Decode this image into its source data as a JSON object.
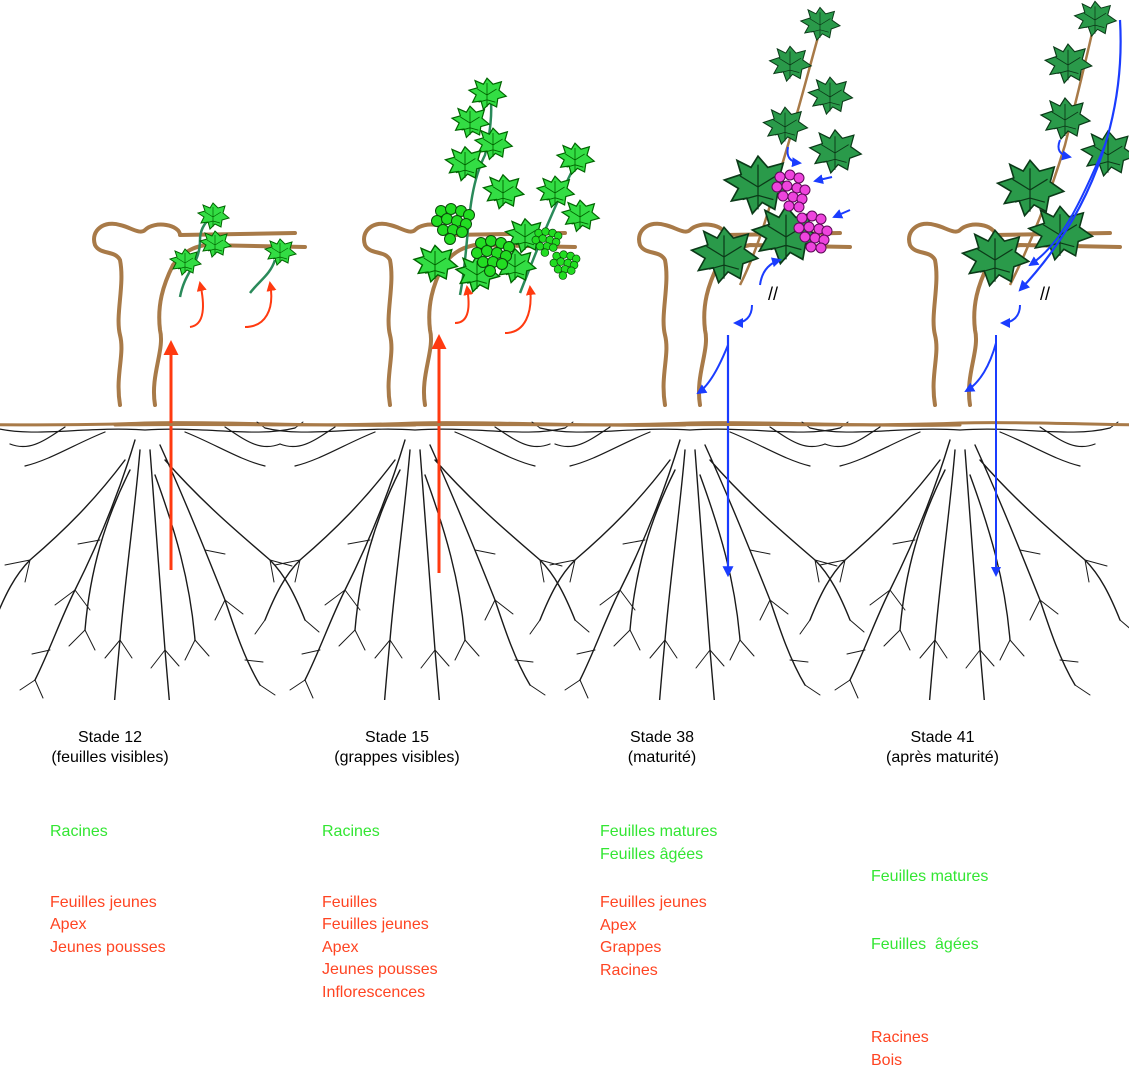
{
  "colors": {
    "source_text": "#33e633",
    "sink_text": "#ff4422",
    "arrow_red": "#ff3a10",
    "arrow_blue": "#1a3cff",
    "wood": "#a87a48",
    "leaf_young": "#33dd44",
    "leaf_mature": "#2a9a4a",
    "berry_green": "#22dd22",
    "berry_pink": "#ee44dd",
    "roots": "#1a1a1a"
  },
  "icons": [
    "grapevine-trunk-icon",
    "root-system-icon",
    "vine-leaf-icon",
    "grape-cluster-icon",
    "flow-arrow-icon",
    "cut-mark-icon"
  ],
  "stages": [
    {
      "title": "Stade 12",
      "subtitle": "(feuilles visibles)",
      "sources": [
        "Racines"
      ],
      "sinks": [
        "Feuilles jeunes",
        "Apex",
        "Jeunes pousses"
      ]
    },
    {
      "title": "Stade 15",
      "subtitle": "(grappes visibles)",
      "sources": [
        "Racines"
      ],
      "sinks": [
        "Feuilles",
        "Feuilles jeunes",
        "Apex",
        "Jeunes pousses",
        "Inflorescences"
      ]
    },
    {
      "title": "Stade 38",
      "subtitle": "(maturité)",
      "sources": [
        "Feuilles matures",
        "Feuilles âgées"
      ],
      "sinks": [
        "Feuilles jeunes",
        "Apex",
        "Grappes",
        "Racines"
      ]
    },
    {
      "title": "Stade 41",
      "subtitle": "(après maturité)",
      "sources": [
        "Feuilles matures",
        "Feuilles  âgées"
      ],
      "sinks": [
        "Racines",
        "Bois"
      ]
    }
  ]
}
